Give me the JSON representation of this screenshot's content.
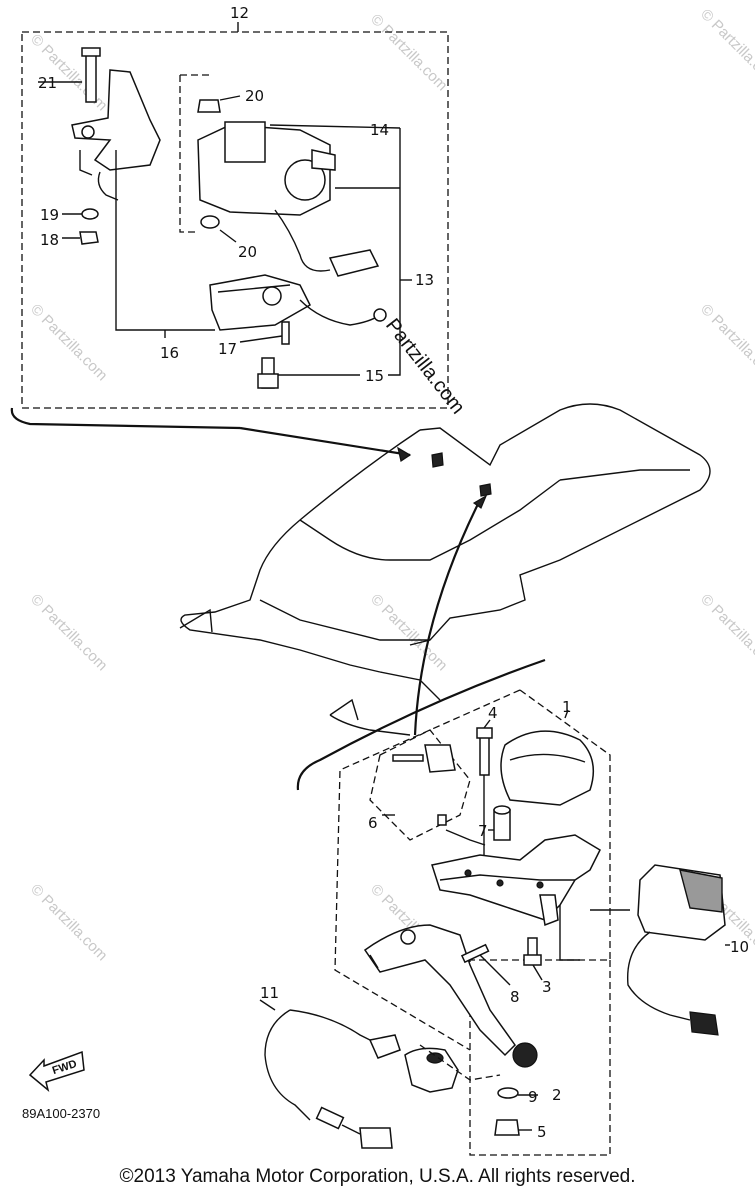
{
  "callouts": {
    "c1": "1",
    "c2": "2",
    "c3": "3",
    "c4": "4",
    "c5": "5",
    "c6": "6",
    "c7": "7",
    "c8": "8",
    "c9": "9",
    "c10": "10",
    "c11": "11",
    "c12": "12",
    "c13": "13",
    "c14": "14",
    "c15": "15",
    "c16": "16",
    "c17": "17",
    "c18": "18",
    "c19": "19",
    "c20a": "20",
    "c20b": "20",
    "c21": "21"
  },
  "diagram_code": "89A100-2370",
  "fwd_label": "FWD",
  "brand_watermark": "Partzilla.com",
  "watermark": "© Partzilla.com",
  "copyright": "©2013 Yamaha Motor Corporation, U.S.A. All rights reserved.",
  "colors": {
    "line": "#111111",
    "watermark": "#c8c8c8",
    "background": "#ffffff"
  }
}
